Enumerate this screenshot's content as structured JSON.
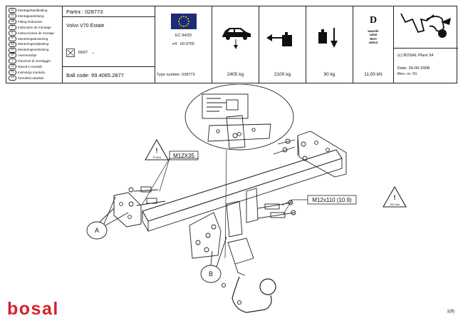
{
  "languages": [
    {
      "code": "NL",
      "text": "Montagehandleiding"
    },
    {
      "code": "D",
      "text": "Montageanleitung"
    },
    {
      "code": "GB",
      "text": "Fitting instruction"
    },
    {
      "code": "F",
      "text": "Instruction de montage"
    },
    {
      "code": "E",
      "text": "Instrucciones de montaje"
    },
    {
      "code": "S",
      "text": "Monteringsanvisning"
    },
    {
      "code": "DK",
      "text": "Monteringsvejledning"
    },
    {
      "code": "N",
      "text": "Monteringsveiledning"
    },
    {
      "code": "SF",
      "text": "Asennusohje"
    },
    {
      "code": "I",
      "text": "Istruzioni di montaggio"
    },
    {
      "code": "CZ",
      "text": "Návod k montáži"
    },
    {
      "code": "PL",
      "text": "Instrukcja montażu"
    },
    {
      "code": "H",
      "text": "Szerelési utasítás"
    }
  ],
  "part": {
    "partnr_label": "Partnr.: 028773",
    "vehicle": "Volvo V70 Estate",
    "date_code": "09/07",
    "ballcode_label": "Ball code:",
    "ballcode": "99.4085.2877"
  },
  "approval": {
    "directive": "EC 94/20",
    "e_mark": "e4",
    "number": "00-3755",
    "type_number_label": "Type number:",
    "type_number": "028773"
  },
  "ratings": {
    "gross_weight": "2405 kg",
    "towing_mass": "2100 kg",
    "vertical_load": "90 kg",
    "d_value": "11,00 kN",
    "d_letter": "D",
    "d_words": [
      "waarde",
      "value",
      "Wert",
      "valeur"
    ]
  },
  "manufacturer": {
    "copyright": "(c) BOSAL Plant 34",
    "date": "Date: 30-06-2008",
    "rev": "Rev. nr.  01"
  },
  "diagram": {
    "bolt_m12x35": "M12X35",
    "bolt_m12x110": "M12x110 (10.9)",
    "torque_79": "79 Nm",
    "torque_100": "100 Nm",
    "label_a": "A",
    "label_b": "B"
  },
  "brand": "bosal",
  "page": "1(9)",
  "colors": {
    "brand_red": "#d6212b",
    "eu_blue": "#1b2b7a"
  }
}
